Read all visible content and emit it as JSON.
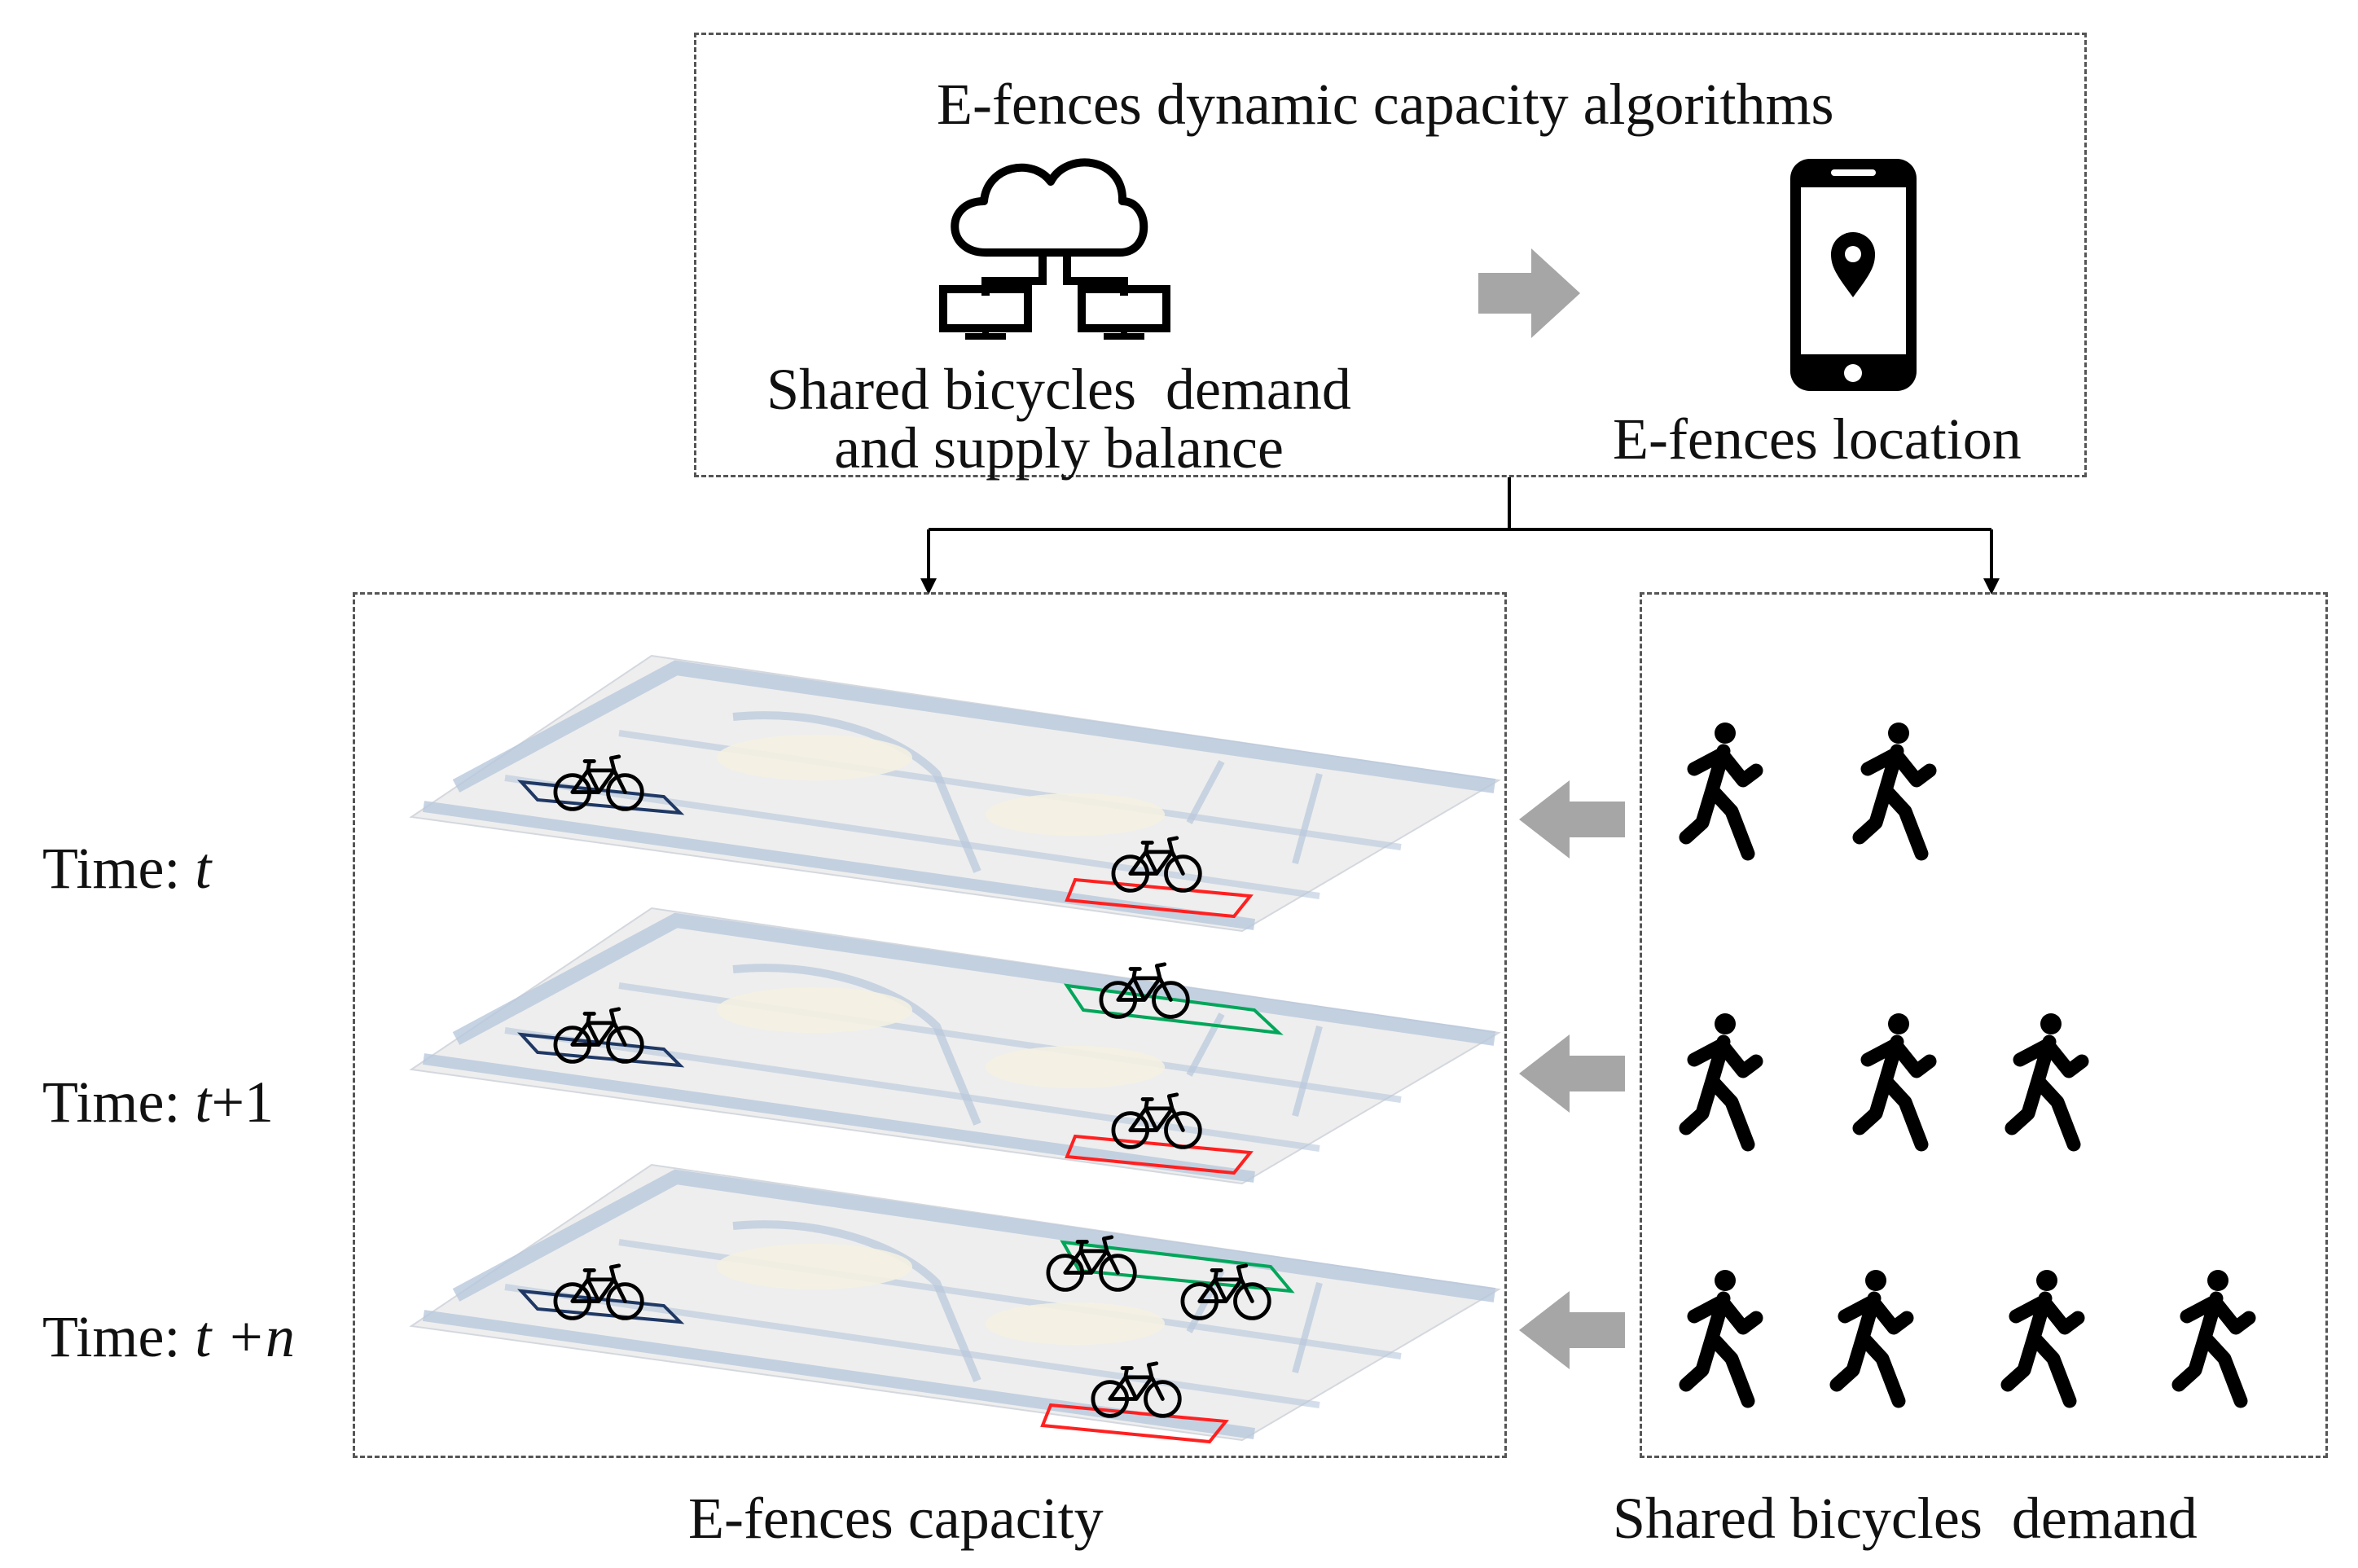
{
  "top_box": {
    "title": "E-fences dynamic capacity algorithms",
    "left_caption_line1": "Shared bicycles  demand",
    "left_caption_line2": "and supply balance",
    "right_caption": "E-fences location",
    "left_icons": [
      "cloud-icon",
      "computer-monitor-icon",
      "computer-monitor-icon"
    ],
    "right_icon": "smartphone-location-icon",
    "arrow_icon": "right-arrow-icon"
  },
  "time_rows": [
    {
      "prefix": "Time: ",
      "var": "t",
      "suffix": "",
      "walkers": 2,
      "fence_bikes": [
        1,
        0,
        1
      ],
      "green_fence": false
    },
    {
      "prefix": "Time: ",
      "var": "t",
      "suffix": "+1",
      "walkers": 3,
      "fence_bikes": [
        1,
        1,
        1
      ],
      "green_fence": true
    },
    {
      "prefix": "Time: ",
      "var": "t",
      "suffix": " +n",
      "walkers": 4,
      "fence_bikes": [
        1,
        2,
        1
      ],
      "green_fence": true
    }
  ],
  "bottom_captions": {
    "left": "E-fences capacity",
    "right": "Shared bicycles  demand"
  },
  "colors": {
    "dashed_border": "#555555",
    "gray_arrow": "#a6a6a6",
    "map_road": "#b8c8dc",
    "map_base": "#eeeeee",
    "fence_dark": "#1f3864",
    "fence_red": "#ff2020",
    "fence_green": "#00a65a",
    "icon_black": "#000000"
  }
}
